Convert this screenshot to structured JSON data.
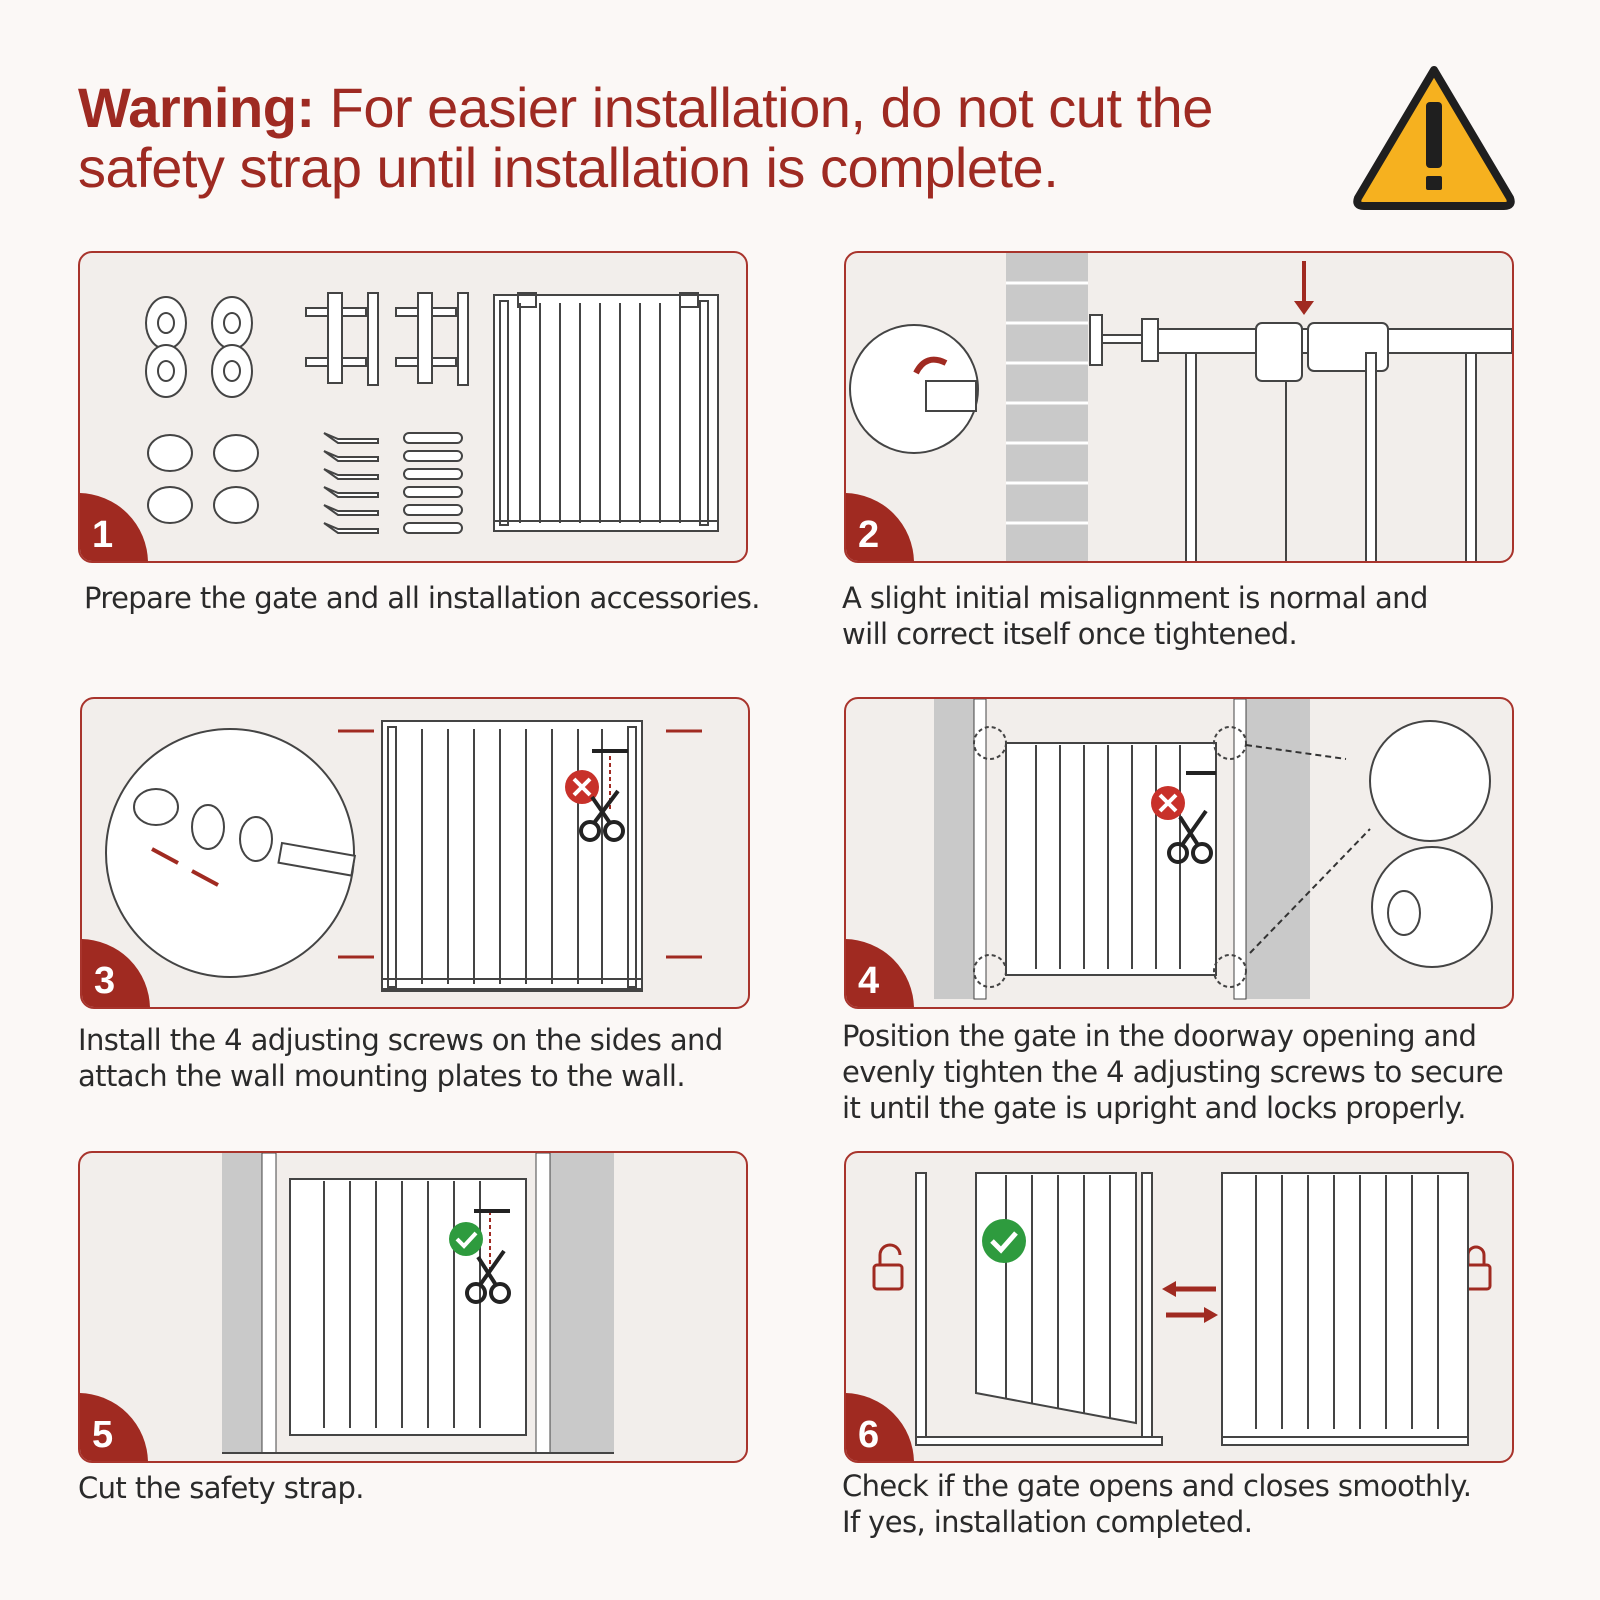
{
  "header": {
    "warning_label": "Warning:",
    "warning_text_line1": "For easier installation, do not cut the",
    "warning_text_line2": "safety strap until installation is complete.",
    "warning_icon": "warning-triangle-icon",
    "accent_color": "#9e2a22",
    "icon_color": "#f6b11f"
  },
  "steps": [
    {
      "number": "1",
      "caption": "Prepare the gate and all installation accessories."
    },
    {
      "number": "2",
      "caption_line1": "A slight initial misalignment is normal and",
      "caption_line2": "will correct itself once tightened."
    },
    {
      "number": "3",
      "caption_line1": "Install the 4 adjusting screws on the sides and",
      "caption_line2": "attach the wall mounting plates to the wall."
    },
    {
      "number": "4",
      "caption_line1": "Position the gate in the doorway opening and",
      "caption_line2": "evenly tighten the 4 adjusting screws to secure",
      "caption_line3": "it until the gate is upright and locks properly."
    },
    {
      "number": "5",
      "caption": "Cut the safety strap."
    },
    {
      "number": "6",
      "caption_line1": "Check if the gate opens and closes smoothly.",
      "caption_line2": "If yes, installation completed."
    }
  ]
}
